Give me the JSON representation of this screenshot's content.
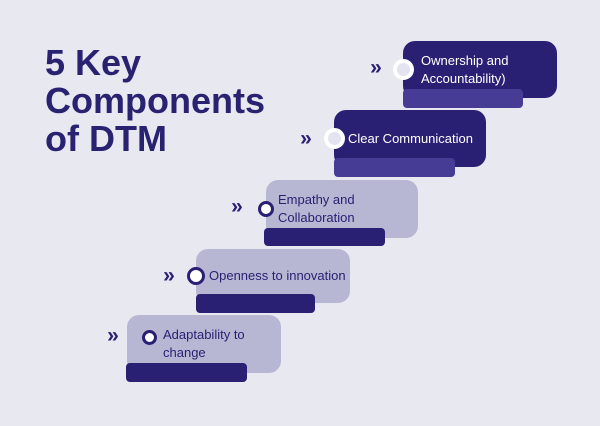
{
  "title": {
    "text": "5 Key\nComponents\nof DTM"
  },
  "icons": {
    "chevron_glyph": "»",
    "bullet": "circle-marker"
  },
  "colors": {
    "background": "#e8e8f1",
    "dark_navy": "#2a2073",
    "medium_purple": "#463c96",
    "light_lavender": "#b7b7d3",
    "title_text": "#292270",
    "text_on_dark": "#ffffff",
    "text_on_light": "#2a2173"
  },
  "steps": [
    {
      "label": "Adaptability to change",
      "variant": "light"
    },
    {
      "label": "Openness to innovation",
      "variant": "light"
    },
    {
      "label": "Empathy and Collaboration",
      "variant": "light"
    },
    {
      "label": "Clear Communication",
      "variant": "dark"
    },
    {
      "label": "Ownership and Accountability)",
      "variant": "dark"
    }
  ]
}
